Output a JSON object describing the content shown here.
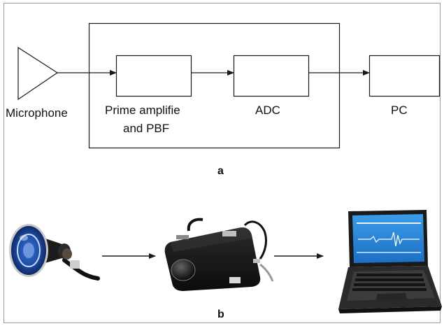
{
  "panel_a": {
    "microphone_label": "Microphone",
    "amplifier_label_line1": "Prime amplifie",
    "amplifier_label_line2": "and PBF",
    "adc_label": "ADC",
    "pc_label": "PC",
    "caption": "a"
  },
  "panel_b": {
    "caption": "b",
    "photo_icons": [
      "stethoscope-icon",
      "sound-card-icon",
      "laptop-icon"
    ]
  },
  "colors": {
    "line": "#1a1a1a",
    "frame": "#9a9a9a",
    "laptop_screen": "#1e7fd4"
  }
}
